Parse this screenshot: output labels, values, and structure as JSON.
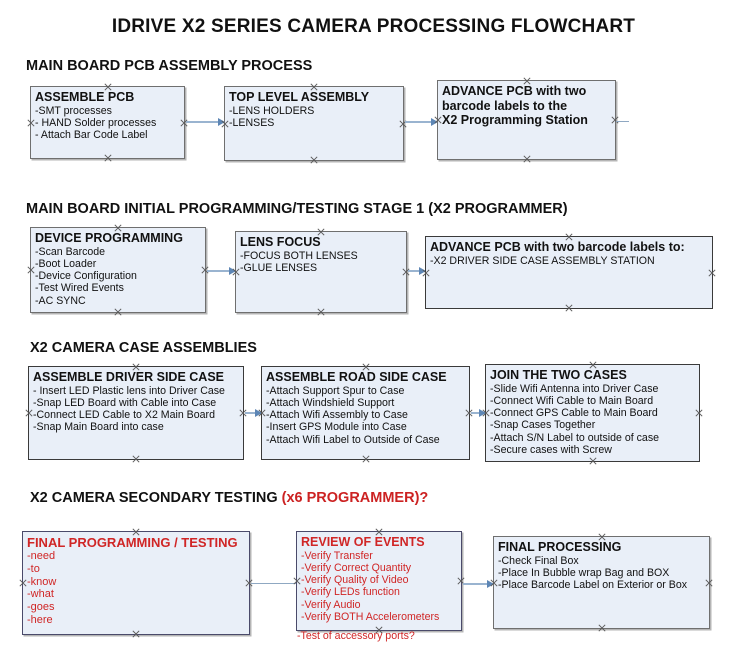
{
  "document": {
    "title": "IDRIVE X2  SERIES CAMERA PROCESSING FLOWCHART"
  },
  "sections": [
    {
      "id": "main-board-pcb-assembly",
      "heading": "MAIN BOARD PCB ASSEMBLY PROCESS",
      "heading_red": ""
    },
    {
      "id": "main-board-initial-programming",
      "heading": "MAIN BOARD INITIAL PROGRAMMING/TESTING STAGE 1 (X2 PROGRAMMER)",
      "heading_red": ""
    },
    {
      "id": "x2-camera-case-assemblies",
      "heading": "X2 CAMERA CASE ASSEMBLIES",
      "heading_red": ""
    },
    {
      "id": "x2-camera-secondary-testing",
      "heading": "X2 CAMERA SECONDARY TESTING ",
      "heading_red": "(x6 PROGRAMMER)?"
    }
  ],
  "nodes": {
    "assemble_pcb": {
      "title": "ASSEMBLE PCB",
      "lines": [
        "-SMT processes",
        "- HAND Solder processes",
        "- Attach Bar Code Label"
      ]
    },
    "top_level_assembly": {
      "title": "TOP LEVEL ASSEMBLY",
      "lines": [
        "-LENS HOLDERS",
        "-LENSES"
      ]
    },
    "advance_pcb_to_station": {
      "title": "ADVANCE PCB with two",
      "lines": [
        "barcode labels to the",
        " X2 Programming Station"
      ]
    },
    "device_programming": {
      "title": "DEVICE PROGRAMMING",
      "lines": [
        "-Scan Barcode",
        "-Boot Loader",
        "-Device Configuration",
        "-Test Wired Events",
        "-AC SYNC"
      ]
    },
    "lens_focus": {
      "title": "LENS FOCUS",
      "lines": [
        "-FOCUS BOTH LENSES",
        "-GLUE LENSES"
      ]
    },
    "advance_pcb_driver_side": {
      "title": "ADVANCE PCB with two barcode labels to:",
      "lines": [
        "-X2 DRIVER  SIDE  CASE  ASSEMBLY STATION"
      ]
    },
    "assemble_driver_side_case": {
      "title": "ASSEMBLE DRIVER SIDE CASE",
      "lines": [
        "- Insert LED Plastic lens into Driver Case",
        "-Snap LED Board with Cable into Case",
        "-Connect LED Cable to X2 Main Board",
        "-Snap Main Board into case"
      ]
    },
    "assemble_road_side_case": {
      "title": "ASSEMBLE ROAD SIDE CASE",
      "lines": [
        "-Attach Support Spur to Case",
        "-Attach Windshield Support",
        "-Attach Wifi Assembly to Case",
        "-Insert GPS Module into Case",
        "-Attach Wifi Label to Outside of Case"
      ]
    },
    "join_the_two_cases": {
      "title": "JOIN THE TWO CASES",
      "lines": [
        "-Slide Wifi Antenna into Driver Case",
        "-Connect Wifi Cable to Main Board",
        "-Connect GPS Cable to Main Board",
        "-Snap Cases Together",
        "-Attach S/N Label to outside of case",
        "-Secure cases with Screw"
      ]
    },
    "final_programming_testing": {
      "title": "FINAL PROGRAMMING / TESTING",
      "lines": [
        "-need",
        "-to",
        "-know",
        "-what",
        "-goes",
        "-here"
      ]
    },
    "review_of_events": {
      "title": "REVIEW OF EVENTS",
      "lines": [
        "-Verify Transfer",
        "-Verify Correct Quantity",
        "-Verify Quality of Video",
        "-Verify LEDs function",
        "-Verify Audio",
        "-Verify BOTH Accelerometers"
      ],
      "overflow_line": "-Test of accessory ports?"
    },
    "final_processing": {
      "title": "FINAL PROCESSING",
      "lines": [
        "-Check Final Box",
        "-Place In Bubble wrap Bag and BOX",
        "-Place Barcode Label on Exterior or Box"
      ]
    }
  },
  "colors": {
    "node_fill": "#e9eff8",
    "node_border": "#6f6f6f",
    "connector": "#9ab4d0",
    "arrow_head": "#5d86b5",
    "red_text": "#d02626",
    "text": "#111111"
  }
}
